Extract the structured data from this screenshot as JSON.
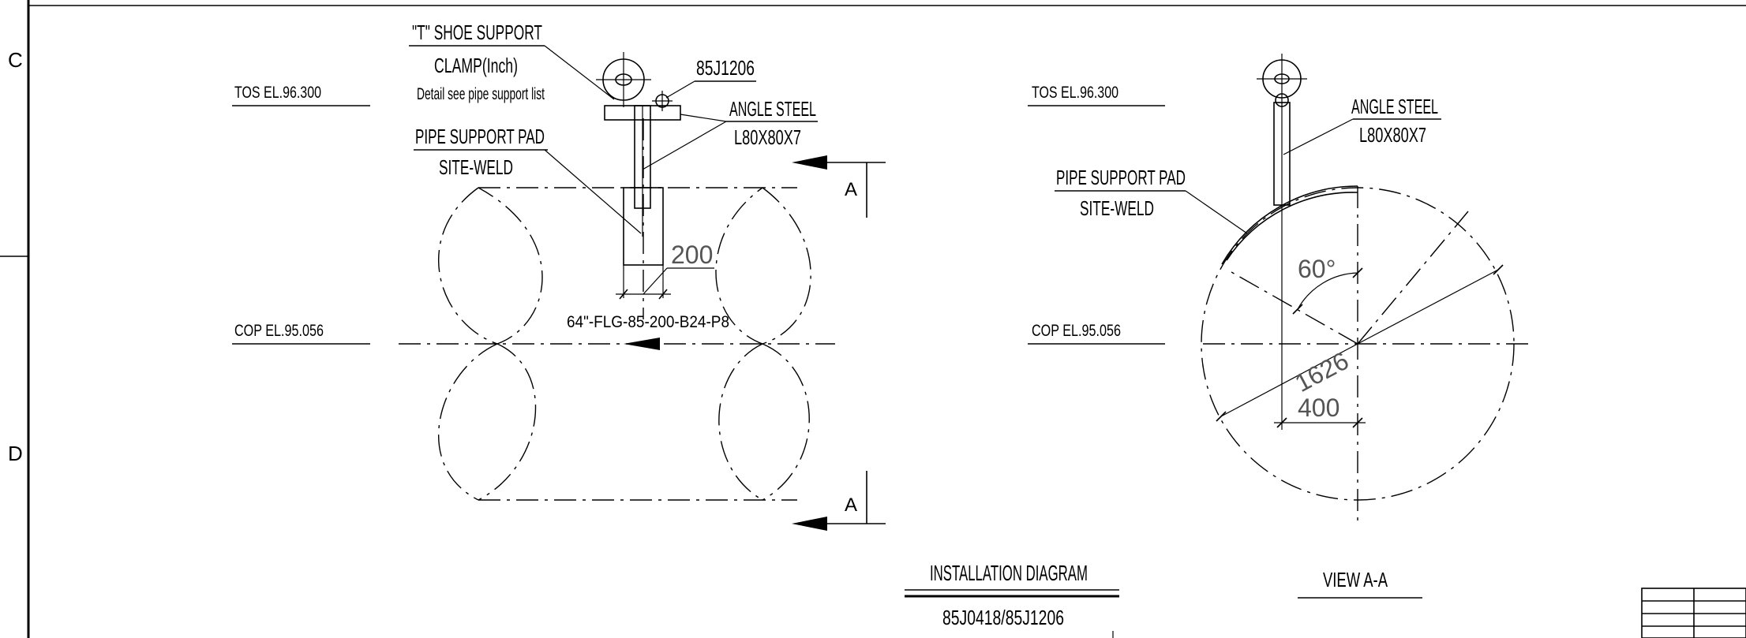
{
  "border": {
    "zone_c": "C",
    "zone_d": "D"
  },
  "front_view": {
    "tos_label": "TOS EL.96.300",
    "cop_label": "COP EL.95.056",
    "shoe_title": "\"T\" SHOE SUPPORT",
    "clamp_label": "CLAMP(Inch)",
    "detail_note": "Detail see pipe support list",
    "ref_code": "85J1206",
    "angle_steel": "ANGLE STEEL",
    "angle_spec": "L80X80X7",
    "pad_label": "PIPE SUPPORT PAD",
    "weld_label": "SITE-WELD",
    "dim_width": "200",
    "line_number": "64\"-FLG-85-200-B24-P8",
    "section_mark_top": "A",
    "section_mark_bottom": "A"
  },
  "section_view": {
    "tos_label": "TOS EL.96.300",
    "cop_label": "COP EL.95.056",
    "angle_steel": "ANGLE STEEL",
    "angle_spec": "L80X80X7",
    "pad_label": "PIPE SUPPORT PAD",
    "weld_label": "SITE-WELD",
    "angle": "60°",
    "diameter": "1626",
    "offset": "400",
    "view_title": "VIEW A-A"
  },
  "title_block": {
    "title": "INSTALLATION DIAGRAM",
    "ref": "85J0418/85J1206"
  }
}
